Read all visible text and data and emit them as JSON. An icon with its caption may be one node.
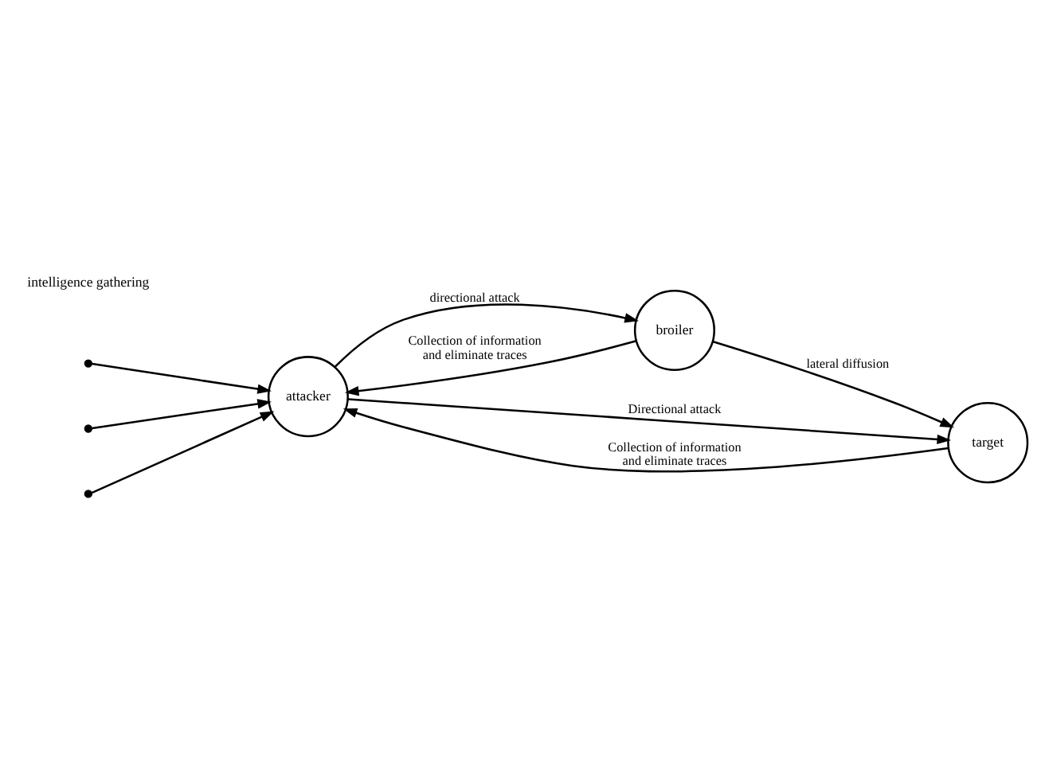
{
  "diagram": {
    "nodes": [
      {
        "text": [
          "attacker"
        ]
      },
      {
        "text": [
          "broiler"
        ]
      },
      {
        "text": [
          "target"
        ]
      }
    ],
    "edges": [
      {
        "from": null,
        "to": 0,
        "arrow": "to"
      },
      {
        "from": null,
        "to": 0,
        "arrow": "to"
      },
      {
        "from": null,
        "to": 0,
        "arrow": "to"
      },
      {
        "from": 0,
        "to": 1,
        "arrow": "to",
        "label": "directional attack"
      },
      {
        "from": 1,
        "to": 0,
        "arrow": "to",
        "label": "Collection of information and eliminate traces"
      },
      {
        "from": 1,
        "to": 2,
        "arrow": "to",
        "label": "lateral diffusion"
      },
      {
        "from": 0,
        "to": 2,
        "arrow": "to",
        "label": "Directional attack"
      },
      {
        "from": 2,
        "to": 0,
        "arrow": "to",
        "label": "Collection of information and eliminate traces"
      }
    ],
    "labels": [
      "intelligence gathering"
    ]
  }
}
